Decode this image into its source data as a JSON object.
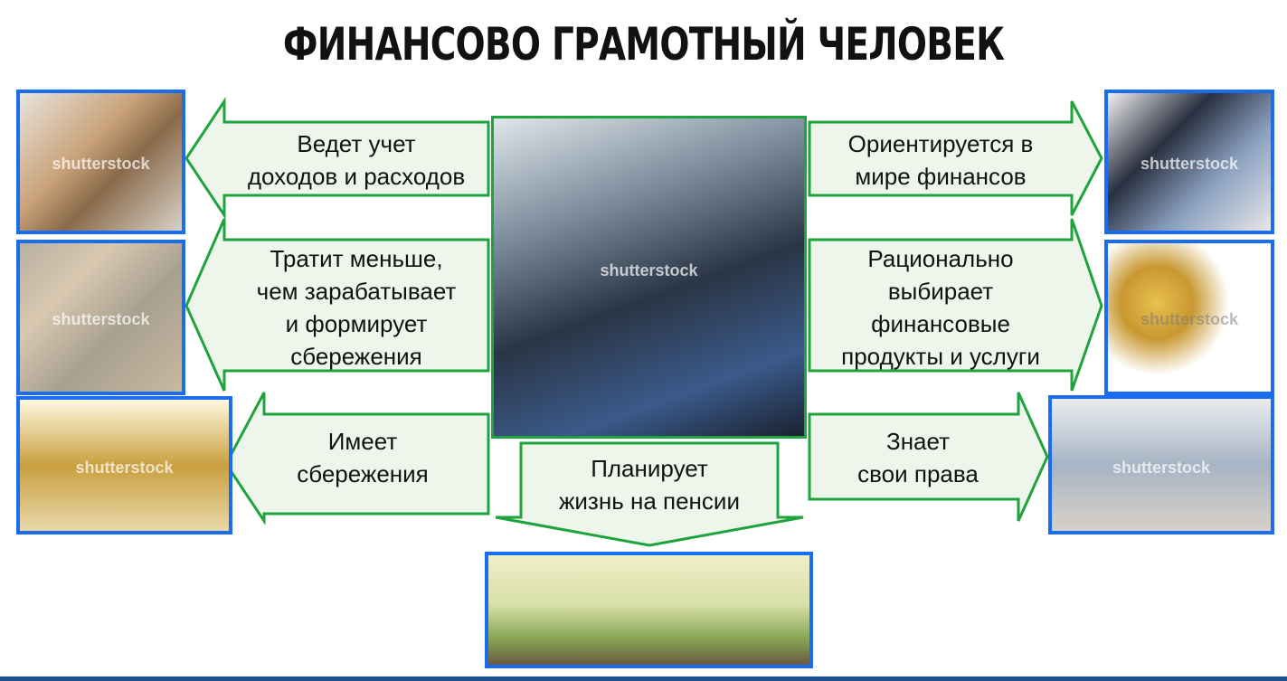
{
  "title": "ФИНАНСОВО ГРАМОТНЫЙ ЧЕЛОВЕК",
  "left_items": [
    {
      "lines": [
        "Ведет учет",
        "доходов и расходов"
      ],
      "image": "woman-with-laptop-calculator"
    },
    {
      "lines": [
        "Тратит меньше,",
        "чем зарабатывает",
        "и формирует",
        "сбережения"
      ],
      "image": "ruble-banknotes"
    },
    {
      "lines": [
        "Имеет",
        "сбережения"
      ],
      "image": "coins-and-clock"
    }
  ],
  "right_items": [
    {
      "lines": [
        "Ориентируется в",
        "мире финансов"
      ],
      "image": "man-at-trading-monitors"
    },
    {
      "lines": [
        "Рационально",
        "выбирает",
        "финансовые",
        "продукты и услуги"
      ],
      "image": "alarm-clock-gold-bar"
    },
    {
      "lines": [
        "Знает",
        "свои права"
      ],
      "image": "business-meeting"
    }
  ],
  "bottom_item": {
    "lines": [
      "Планирует",
      "жизнь на пенсии"
    ],
    "image": "coins-in-jars-with-sprouts"
  },
  "center_image": "traders-at-monitors",
  "watermark": "shutterstock",
  "colors": {
    "arrow_stroke": "#1fa33d",
    "arrow_fill": "#eef6ec",
    "frame_blue": "#1a6cf0",
    "bar": "#1e4f8f"
  }
}
